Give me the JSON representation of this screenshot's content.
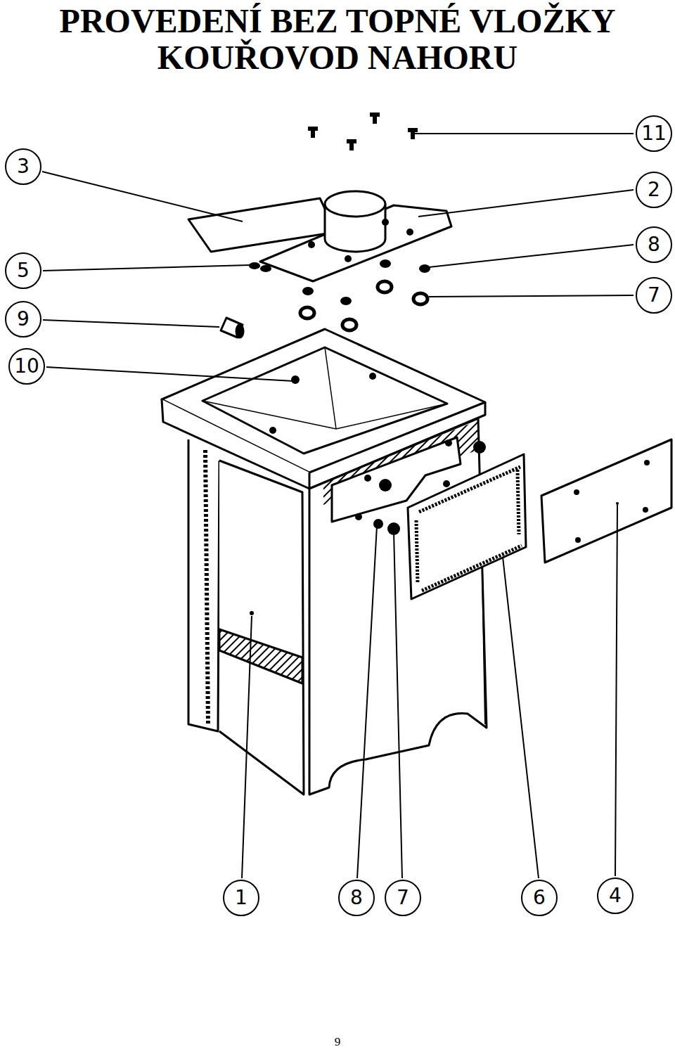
{
  "diagram": {
    "title": "PROVEDENÍ BEZ TOPNÉ VLOŽKY KOUŘOVOD NAHORU",
    "nodes": [
      {
        "text": [
          "11"
        ]
      },
      {
        "text": [
          "3"
        ]
      },
      {
        "text": [
          "2"
        ]
      },
      {
        "text": [
          "8"
        ]
      },
      {
        "text": [
          "5"
        ]
      },
      {
        "text": [
          "7"
        ]
      },
      {
        "text": [
          "9"
        ]
      },
      {
        "text": [
          "10"
        ]
      },
      {
        "text": [
          "1"
        ]
      },
      {
        "text": [
          "8"
        ]
      },
      {
        "text": [
          "7"
        ]
      },
      {
        "text": [
          "6"
        ]
      },
      {
        "text": [
          "4"
        ]
      }
    ],
    "labels": [
      "9"
    ]
  }
}
